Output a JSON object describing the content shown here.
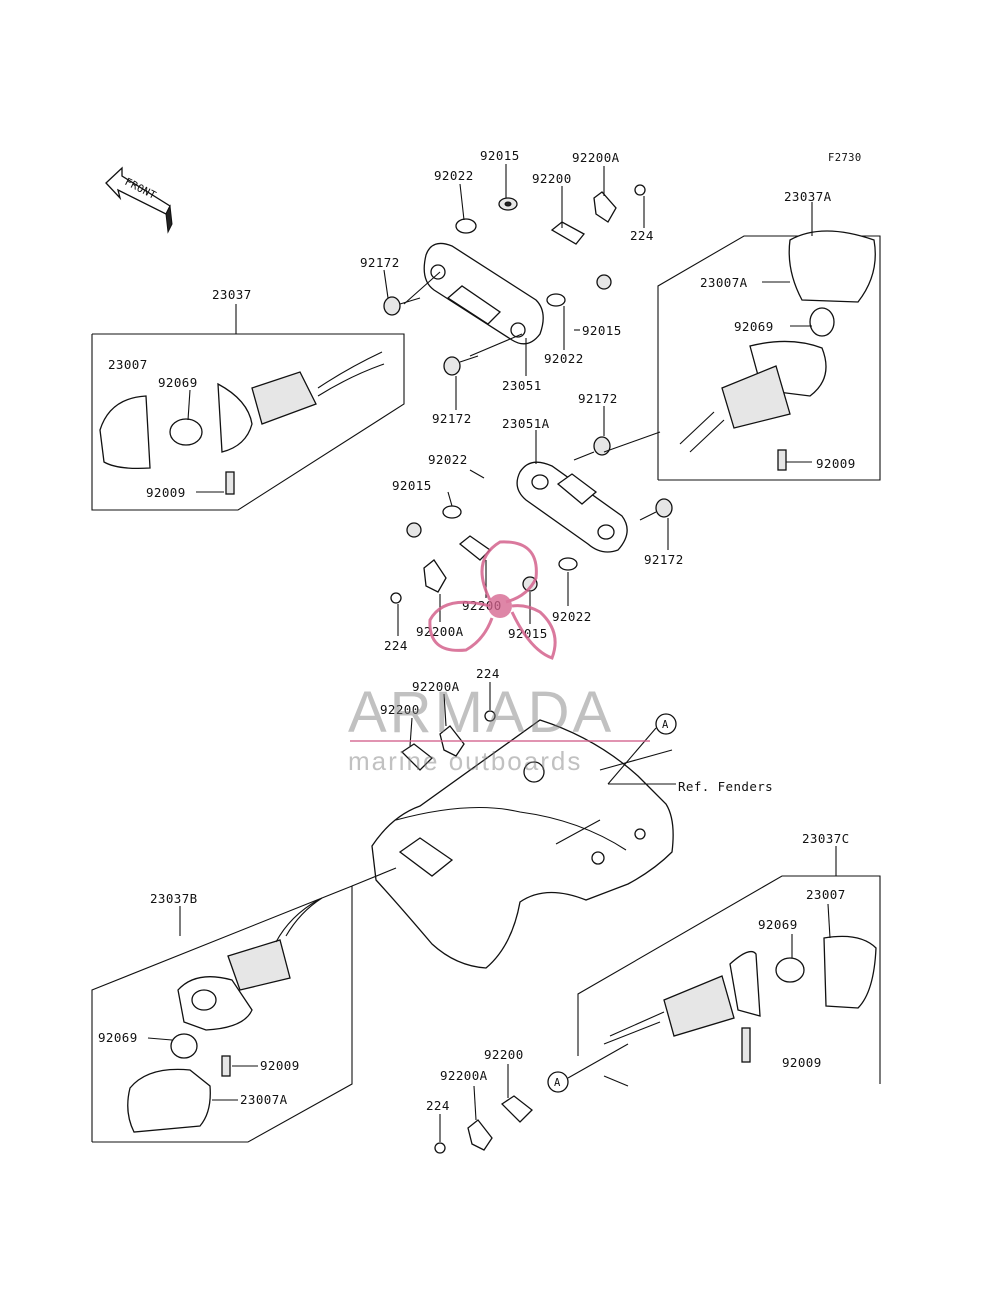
{
  "figure_code": "F2730",
  "front_label": "FRONT",
  "ref_label": "Ref. Fenders",
  "callout_letter": "A",
  "part_labels": {
    "p92015_a": "92015",
    "p92200A_a": "92200A",
    "p92022_a": "92022",
    "p92200_a": "92200",
    "p224_a": "224",
    "p92172_a": "92172",
    "p23037": "23037",
    "p23007_a": "23007",
    "p92069_a": "92069",
    "p92009_a": "92009",
    "p92015_b": "92015",
    "p92022_b": "92022",
    "p23051": "23051",
    "p92172_b": "92172",
    "p23037A": "23037A",
    "p23007A_a": "23007A",
    "p92069_b": "92069",
    "p92009_b": "92009",
    "p92172_c": "92172",
    "p23051A": "23051A",
    "p92022_c": "92022",
    "p92015_c": "92015",
    "p92172_d": "92172",
    "p92200_b": "92200",
    "p92022_d": "92022",
    "p92015_d": "92015",
    "p224_b": "224",
    "p92200A_b": "92200A",
    "p92200A_c": "92200A",
    "p224_c": "224",
    "p92200_c": "92200",
    "p23037C": "23037C",
    "p23007_b": "23007",
    "p92069_c": "92069",
    "p92009_c": "92009",
    "p23037B": "23037B",
    "p92069_d": "92069",
    "p92009_d": "92009",
    "p23007A_b": "23007A",
    "p92200_d": "92200",
    "p92200A_d": "92200A",
    "p224_d": "224"
  },
  "watermark": {
    "brand": "ARMADA",
    "tagline": "marine outboards",
    "color": "#d4628d"
  }
}
